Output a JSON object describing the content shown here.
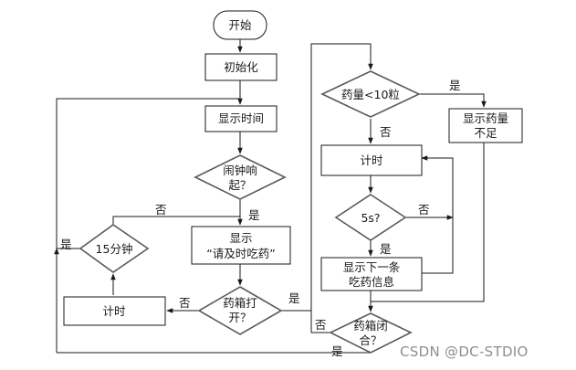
{
  "nodes": {
    "start": "开始",
    "init": "初始化",
    "show_time": "显示时间",
    "alarm": [
      "闹钟响",
      "起？"
    ],
    "remind": [
      "显示",
      "“请及时吃药”"
    ],
    "timer_15": "15分钟",
    "timer_left": "计时",
    "box_open": [
      "药箱打",
      "开？"
    ],
    "pill_check": "药量<10粒",
    "low_stock": [
      "显示药量",
      "不足"
    ],
    "timer_right": "计时",
    "five_sec": "5s?",
    "next_info": [
      "显示下一条",
      "吃药信息"
    ],
    "box_closed": [
      "药箱闭",
      "合？"
    ]
  },
  "labels": {
    "yes": "是",
    "no": "否"
  },
  "watermark": "CSDN @DC-STDIO",
  "colors": {
    "stroke": "#1a1a1a",
    "diamond_stroke": "#5a5a5a",
    "watermark": "#8a8f95"
  }
}
